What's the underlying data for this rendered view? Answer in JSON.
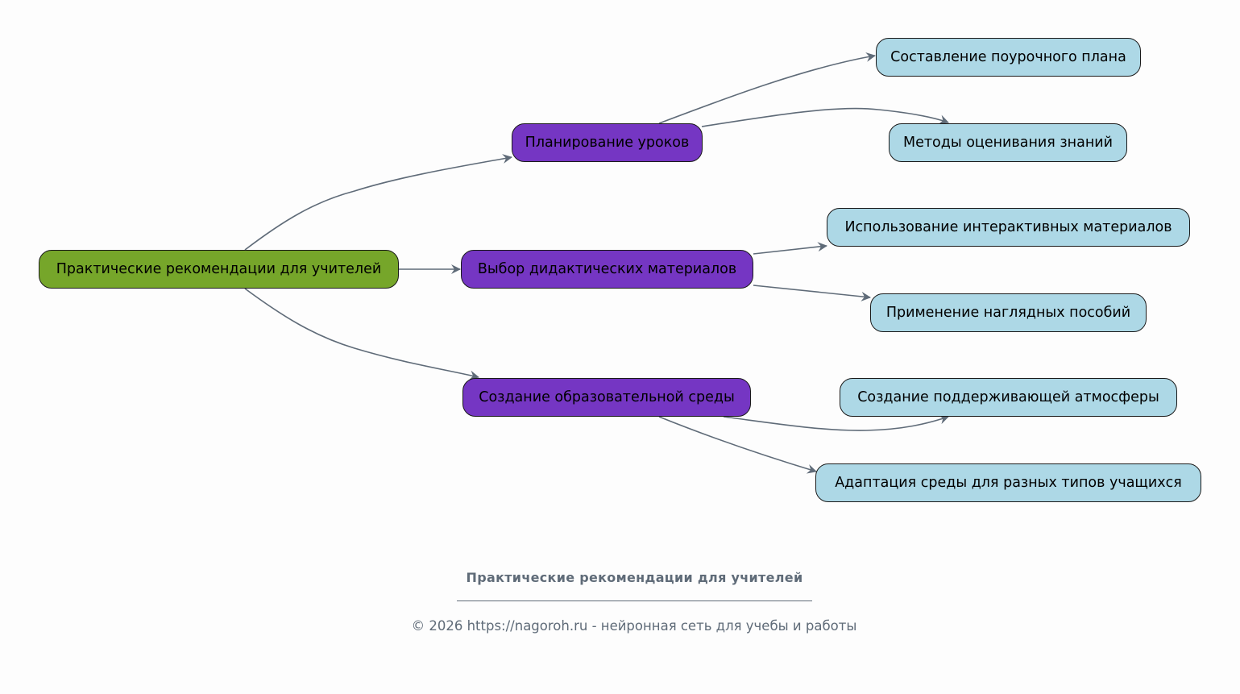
{
  "diagram": {
    "edge_color": "#5f6b78",
    "root": {
      "id": "root",
      "label": "Практические рекомендации для учителей",
      "color": "#76a62a"
    },
    "branches": [
      {
        "id": "b1",
        "label": "Планирование уроков",
        "color": "#7536c3",
        "children": [
          {
            "id": "b1c1",
            "label": "Составление поурочного плана",
            "color": "#add8e6"
          },
          {
            "id": "b1c2",
            "label": "Методы оценивания знаний",
            "color": "#add8e6"
          }
        ]
      },
      {
        "id": "b2",
        "label": "Выбор дидактических материалов",
        "color": "#7536c3",
        "children": [
          {
            "id": "b2c1",
            "label": "Использование интерактивных материалов",
            "color": "#add8e6"
          },
          {
            "id": "b2c2",
            "label": "Применение наглядных пособий",
            "color": "#add8e6"
          }
        ]
      },
      {
        "id": "b3",
        "label": "Создание образовательной среды",
        "color": "#7536c3",
        "children": [
          {
            "id": "b3c1",
            "label": "Создание поддерживающей атмосферы",
            "color": "#add8e6"
          },
          {
            "id": "b3c2",
            "label": "Адаптация среды для разных типов учащихся",
            "color": "#add8e6"
          }
        ]
      }
    ]
  },
  "footer": {
    "title": "Практические рекомендации для учителей",
    "copyright": "© 2026 https://nagoroh.ru - нейронная сеть для учебы и работы"
  }
}
